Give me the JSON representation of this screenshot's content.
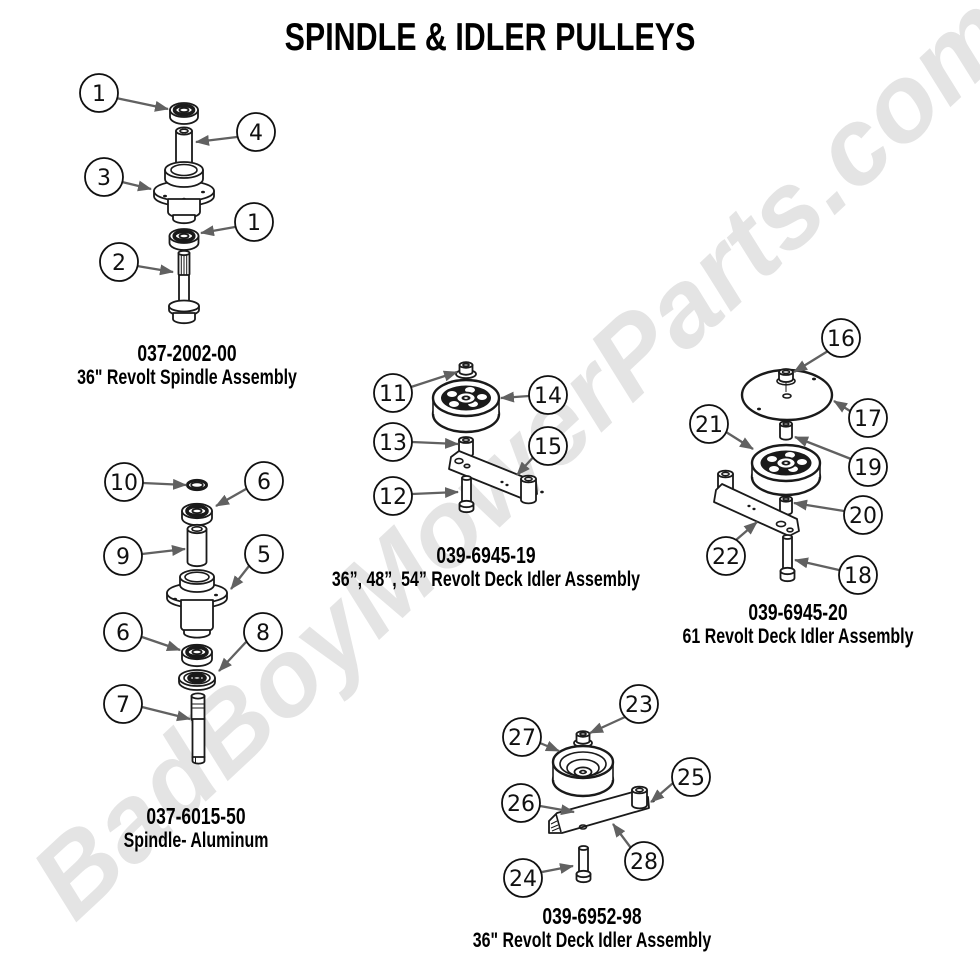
{
  "title": "SPINDLE & IDLER PULLEYS",
  "watermark": "BadBoyMowerParts.com",
  "colors": {
    "background": "#ffffff",
    "line_art": "#1a1a1a",
    "arrow": "#616161",
    "watermark": "#e4e4e4",
    "text": "#000000"
  },
  "assemblies": [
    {
      "id": "spindle-36-revolt",
      "part_number": "037-2002-00",
      "name": "36\" Revolt Spindle Assembly",
      "callouts": [
        "1",
        "4",
        "3",
        "1",
        "2"
      ]
    },
    {
      "id": "idler-36-48-54-revolt",
      "part_number": "039-6945-19",
      "name": "36”, 48”, 54” Revolt Deck Idler Assembly",
      "callouts": [
        "11",
        "14",
        "13",
        "15",
        "12"
      ]
    },
    {
      "id": "idler-61-revolt",
      "part_number": "039-6945-20",
      "name": "61 Revolt Deck Idler Assembly",
      "callouts": [
        "16",
        "17",
        "21",
        "19",
        "20",
        "22",
        "18"
      ]
    },
    {
      "id": "spindle-aluminum",
      "part_number": "037-6015-50",
      "name": "Spindle- Aluminum",
      "callouts": [
        "10",
        "6",
        "9",
        "5",
        "6",
        "8",
        "7"
      ]
    },
    {
      "id": "idler-36-revolt-deck",
      "part_number": "039-6952-98",
      "name": "36\" Revolt Deck Idler Assembly",
      "callouts": [
        "23",
        "27",
        "25",
        "26",
        "28",
        "24"
      ]
    }
  ]
}
